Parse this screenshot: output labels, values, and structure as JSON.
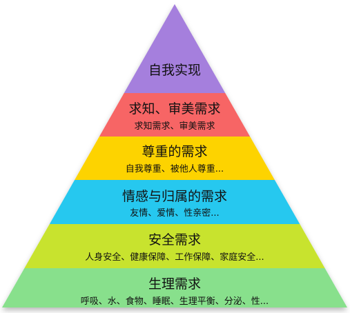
{
  "diagram": {
    "layers": [
      {
        "title": "自我实现",
        "subtitle": "",
        "color": "#a57fdd"
      },
      {
        "title": "求知、审美需求",
        "subtitle": "求知需求、审美需求",
        "color": "#f76565"
      },
      {
        "title": "尊重的需求",
        "subtitle": "自我尊重、被他人尊重...",
        "color": "#fdd301"
      },
      {
        "title": "情感与归属的需求",
        "subtitle": "友情、爱情、性亲密...",
        "color": "#27c8ef"
      },
      {
        "title": "安全需求",
        "subtitle": "人身安全、健康保障、工作保障、家庭安全...",
        "color": "#c8e32e"
      },
      {
        "title": "生理需求",
        "subtitle": "呼吸、水、食物、睡眠、生理平衡、分泌、性...",
        "color": "#88e08c"
      }
    ]
  }
}
